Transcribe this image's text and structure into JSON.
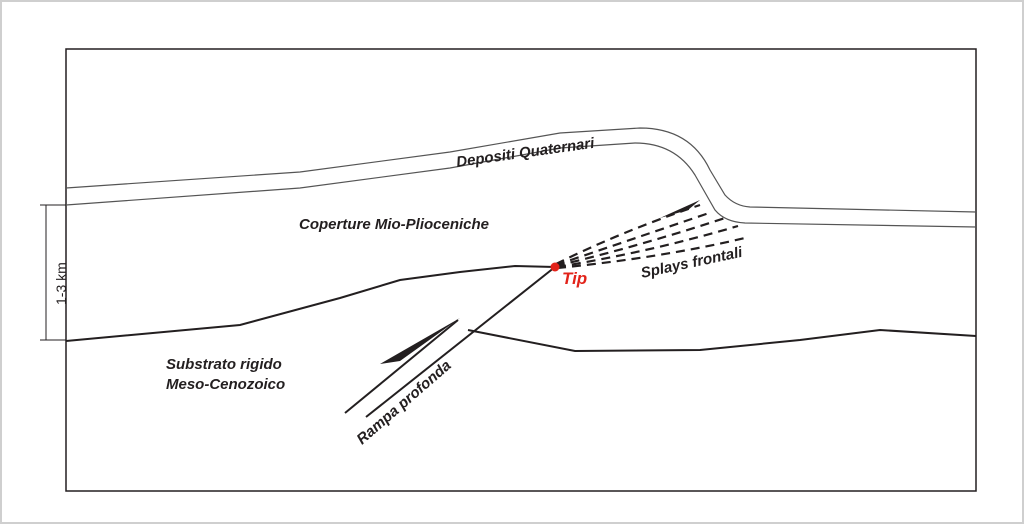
{
  "labels": {
    "depositi": "Depositi Quaternari",
    "coperture": "Coperture Mio-Plioceniche",
    "splays": "Splays frontali",
    "tip": "Tip",
    "substrato_1": "Substrato rigido",
    "substrato_2": "Meso-Cenozoico",
    "rampa": "Rampa profonda",
    "scale": "1-3 km"
  },
  "colors": {
    "tip": "#e2231a",
    "line": "#231f20"
  }
}
